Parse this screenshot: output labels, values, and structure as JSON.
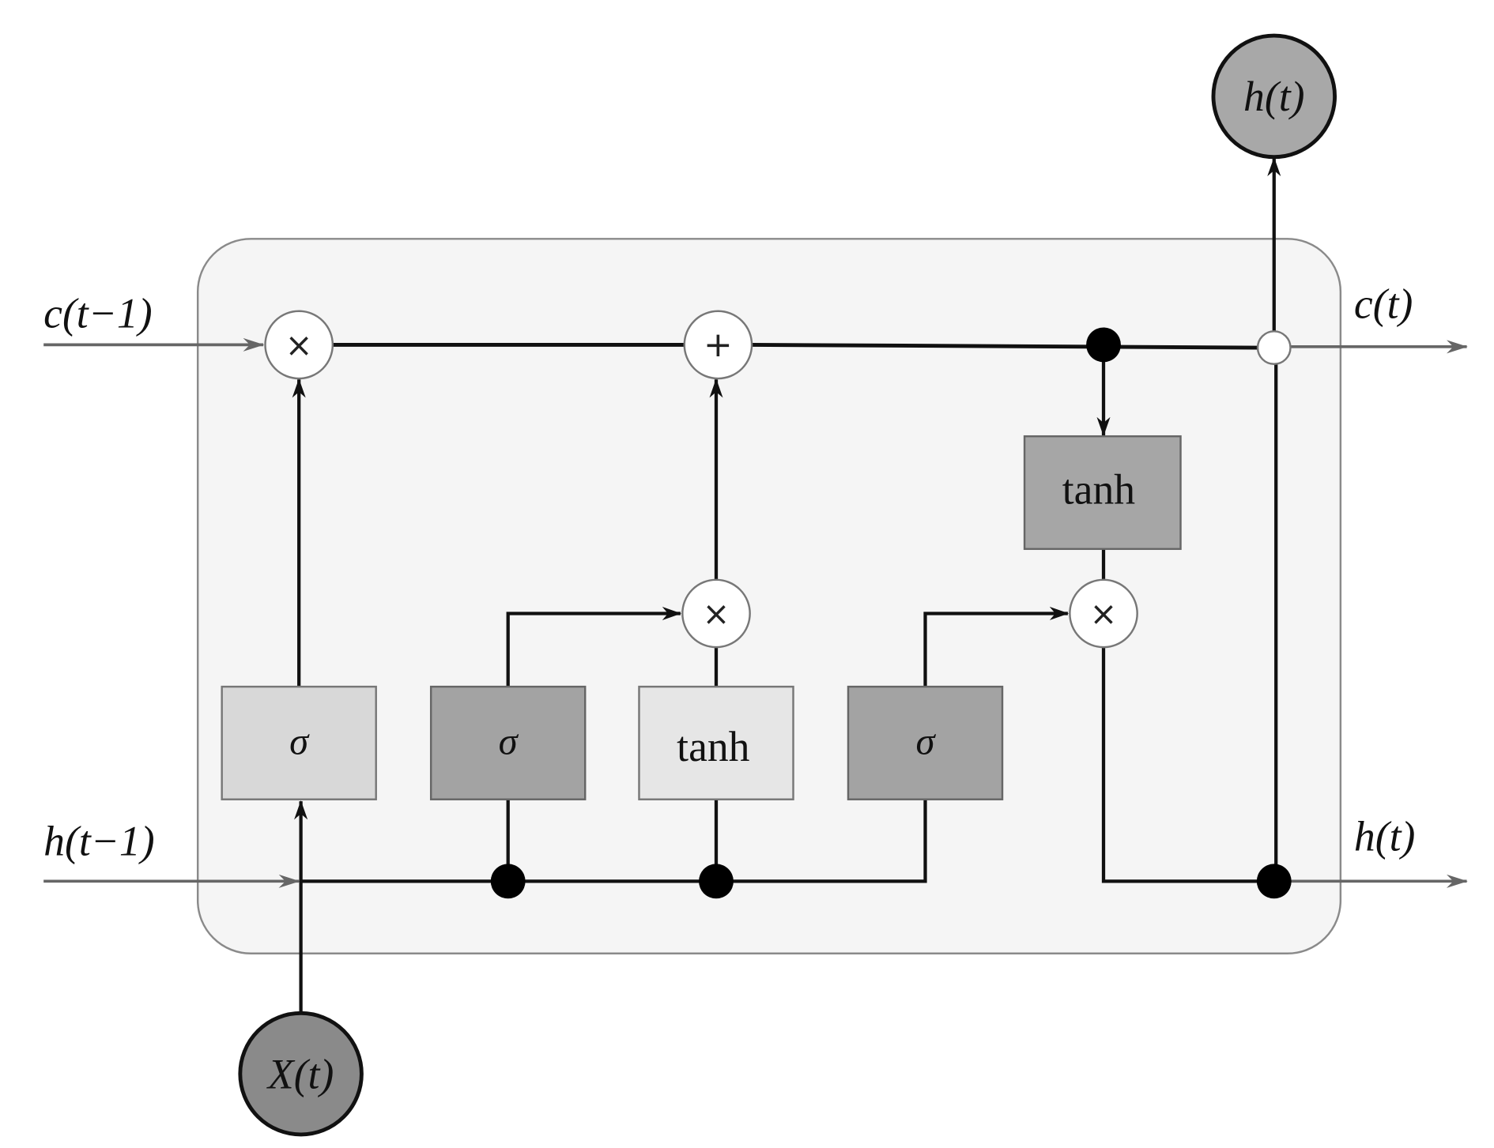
{
  "diagram": {
    "title": "LSTM cell",
    "inputs": {
      "cell_prev": "c(t−1)",
      "hidden_prev": "h(t−1)",
      "x": "X(t)"
    },
    "outputs": {
      "cell": "c(t)",
      "hidden_right": "h(t)",
      "hidden_top": "h(t)"
    },
    "gates": [
      {
        "id": "forget",
        "label": "σ",
        "shade": "#d8d8d8"
      },
      {
        "id": "input",
        "label": "σ",
        "shade": "#a3a3a3"
      },
      {
        "id": "candidate",
        "label": "tanh",
        "shade": "#e6e6e6"
      },
      {
        "id": "output",
        "label": "σ",
        "shade": "#a3a3a3"
      }
    ],
    "output_activation": {
      "label": "tanh",
      "shade": "#a6a6a6"
    },
    "operators": {
      "forget_mult": "×",
      "cell_add": "+",
      "input_mult": "×",
      "output_mult": "×"
    },
    "colors": {
      "container_fill": "#f5f5f5",
      "container_stroke": "#8a8a8a",
      "line": "#111111",
      "external_arrow": "#666666",
      "x_node": "#8a8a8a",
      "h_node": "#a8a8a8"
    }
  }
}
